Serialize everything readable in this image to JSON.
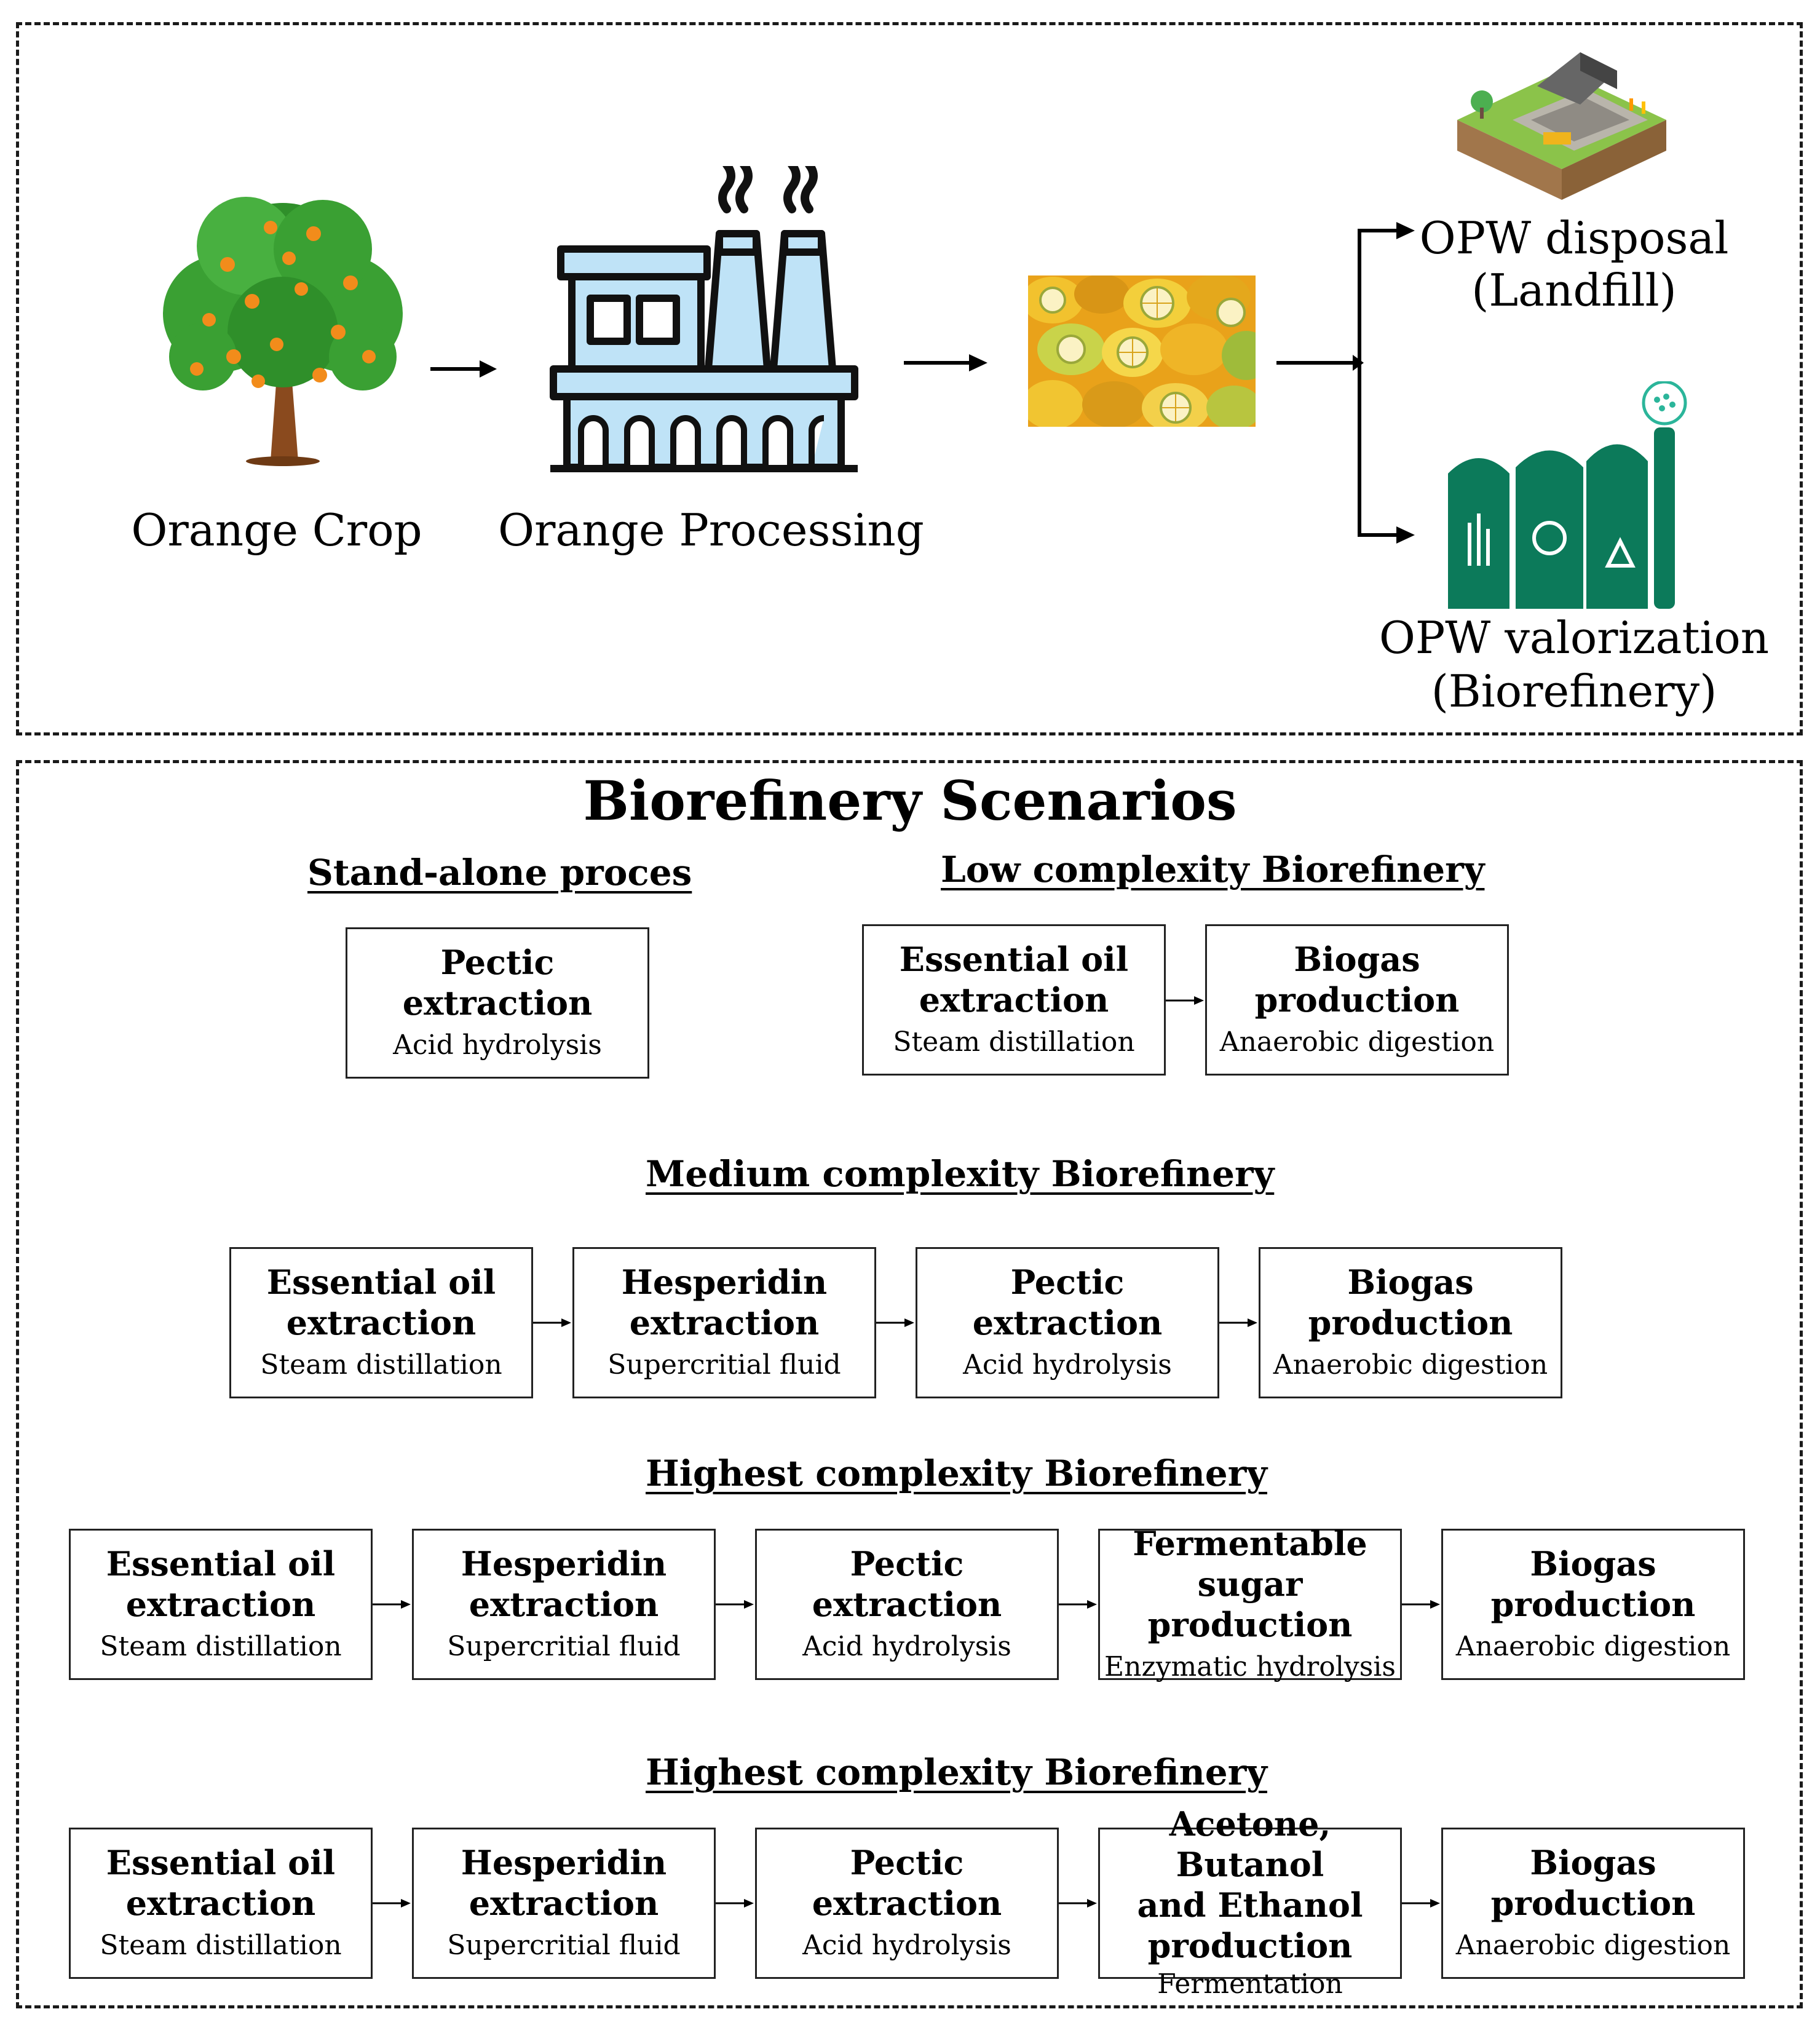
{
  "top": {
    "orange_crop": "Orange Crop",
    "orange_processing": "Orange Processing",
    "disposal_line1": "OPW disposal",
    "disposal_line2": "(Landfill)",
    "valorization_line1": "OPW valorization",
    "valorization_line2": "(Biorefinery)"
  },
  "scenarios": {
    "title": "Biorefinery Scenarios",
    "standalone": {
      "heading": "Stand-alone proces",
      "boxes": [
        {
          "title": "Pectic extraction",
          "sub": "Acid hydrolysis"
        }
      ]
    },
    "low": {
      "heading": "Low complexity Biorefinery",
      "boxes": [
        {
          "title1": "Essential oil",
          "title2": "extraction",
          "sub": "Steam distillation"
        },
        {
          "title": "Biogas production",
          "sub": "Anaerobic digestion"
        }
      ]
    },
    "medium": {
      "heading": "Medium complexity Biorefinery",
      "boxes": [
        {
          "title1": "Essential oil",
          "title2": "extraction",
          "sub": "Steam distillation"
        },
        {
          "title1": "Hesperidin",
          "title2": "extraction",
          "sub": "Supercritial fluid"
        },
        {
          "title": "Pectic extraction",
          "sub": "Acid hydrolysis"
        },
        {
          "title": "Biogas production",
          "sub": "Anaerobic digestion"
        }
      ]
    },
    "highest1": {
      "heading": "Highest complexity Biorefinery",
      "boxes": [
        {
          "title1": "Essential oil",
          "title2": "extraction",
          "sub": "Steam distillation"
        },
        {
          "title1": "Hesperidin",
          "title2": "extraction",
          "sub": "Supercritial fluid"
        },
        {
          "title": "Pectic extraction",
          "sub": "Acid hydrolysis"
        },
        {
          "title1": "Fermentable sugar",
          "title2": "production",
          "sub": "Enzymatic hydrolysis"
        },
        {
          "title": "Biogas production",
          "sub": "Anaerobic digestion"
        }
      ]
    },
    "highest2": {
      "heading": "Highest complexity Biorefinery",
      "boxes": [
        {
          "title1": "Essential oil",
          "title2": "extraction",
          "sub": "Steam distillation"
        },
        {
          "title1": "Hesperidin",
          "title2": "extraction",
          "sub": "Supercritial fluid"
        },
        {
          "title": "Pectic extraction",
          "sub": "Acid hydrolysis"
        },
        {
          "title1": "Acetone, Butanol",
          "title2": "and Ethanol",
          "title3": "production",
          "sub": "Fermentation"
        },
        {
          "title": "Biogas production",
          "sub": "Anaerobic digestion"
        }
      ]
    }
  }
}
